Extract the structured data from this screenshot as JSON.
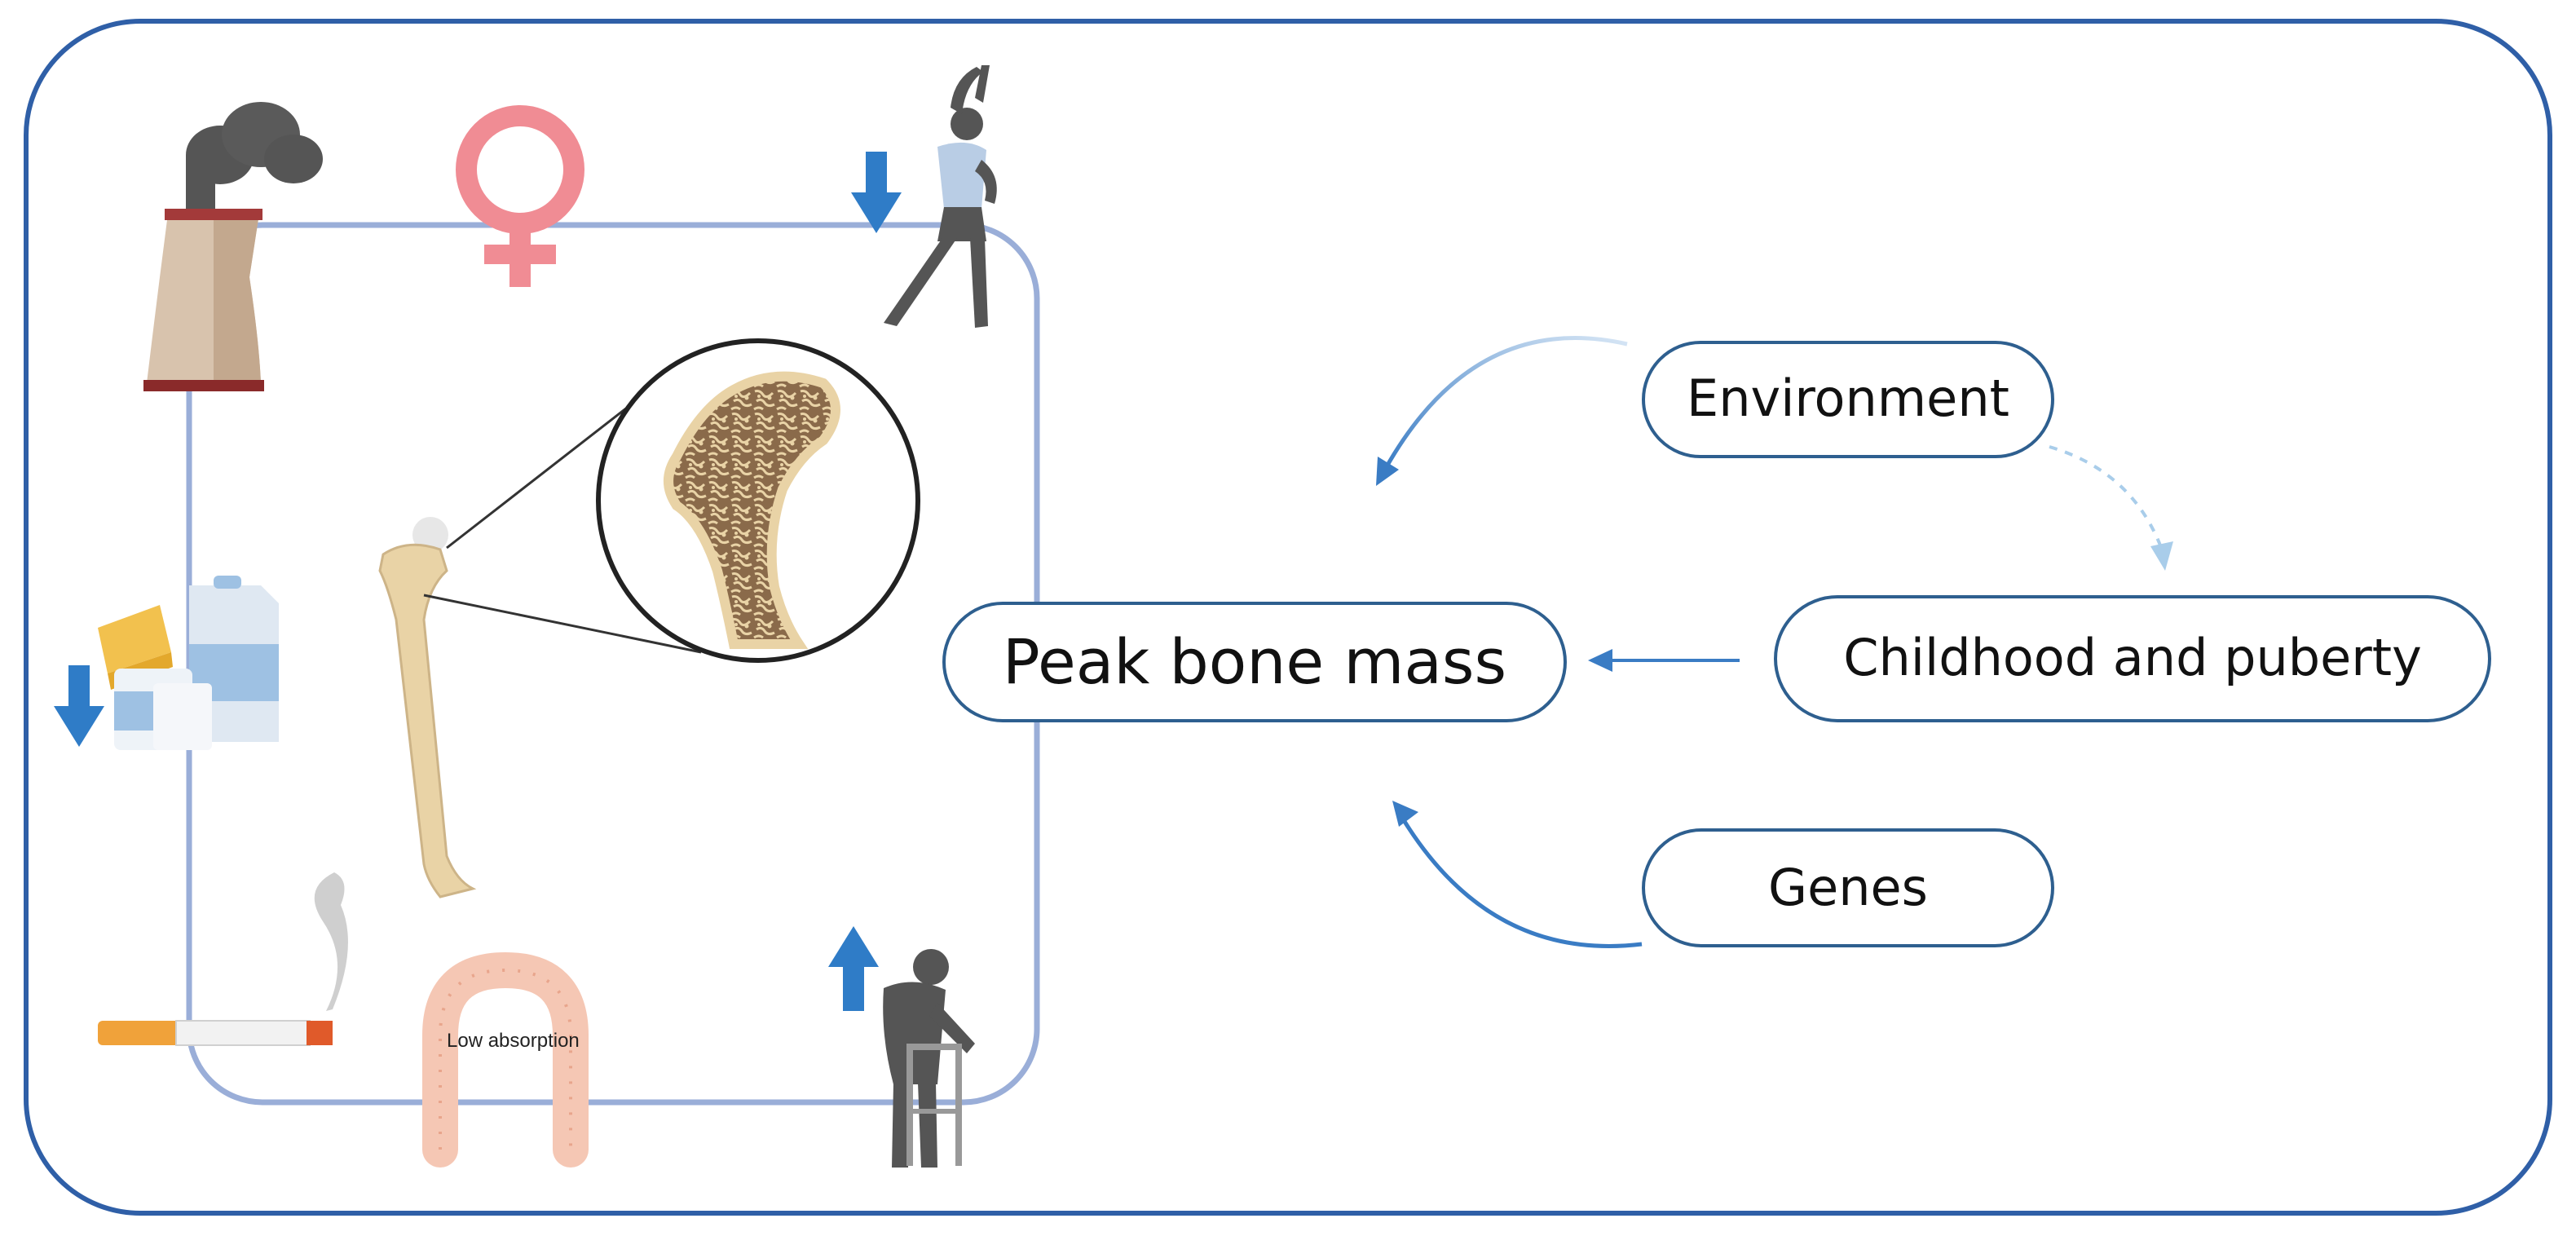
{
  "nodes": {
    "center": "Peak bone mass",
    "environment": "Environment",
    "childhood": "Childhood and puberty",
    "genes": "Genes"
  },
  "labels": {
    "absorption": "Low absorption"
  },
  "icons": {
    "factory": "factory-smoke-icon",
    "female": "female-symbol-icon",
    "exercise": "exercising-woman-icon",
    "dairy": "dairy-products-icon",
    "cigarette": "cigarette-icon",
    "intestine": "intestine-villus-icon",
    "elderly": "elderly-walker-icon",
    "bone": "femur-bone-icon",
    "magnifier": "trabecular-bone-zoom-icon"
  },
  "colors": {
    "frame": "#2f5fa7",
    "loop": "#9aaed8",
    "node_border": "#2e5f8f",
    "arrow": "#3a7cc4",
    "arrow_light": "#a9cdea",
    "indicator_arrow": "#2f7cc7",
    "female": "#f08c94",
    "bone": "#e9d3a6"
  }
}
